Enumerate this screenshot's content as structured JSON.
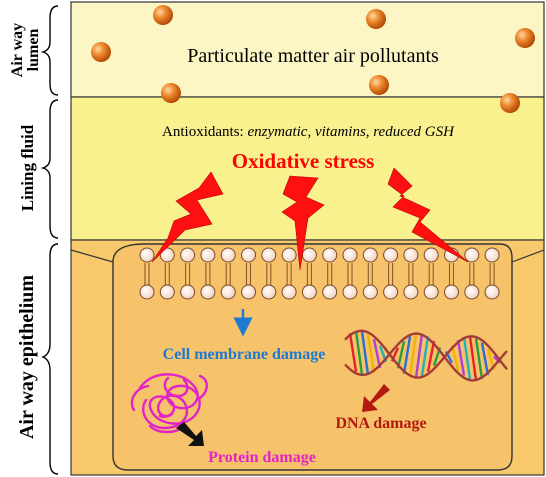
{
  "side_labels": {
    "lumen_line1": "Air way",
    "lumen_line2": "lumen",
    "lining": "Lining fluid",
    "epithelium": "Air way epithelium"
  },
  "lumen_text": "Particulate matter air pollutants",
  "antioxidants": {
    "prefix": "Antioxidants: ",
    "detail": "enzymatic, vitamins, reduced GSH"
  },
  "oxidative_stress": "Oxidative stress",
  "damage": {
    "membrane": "Cell membrane damage",
    "dna": "DNA damage",
    "protein": "Protein damage"
  },
  "colors": {
    "lumen_fill": "#fbf6c4",
    "lining_fill": "#f9f08e",
    "epithelium_fill": "#f8c86c",
    "cell_fill": "#f6c36a",
    "particle": "#e8741a",
    "stress": "#ff0000",
    "membrane_label": "#1f7ad1",
    "dna_label": "#b01a10",
    "protein_label": "#e024c8"
  }
}
